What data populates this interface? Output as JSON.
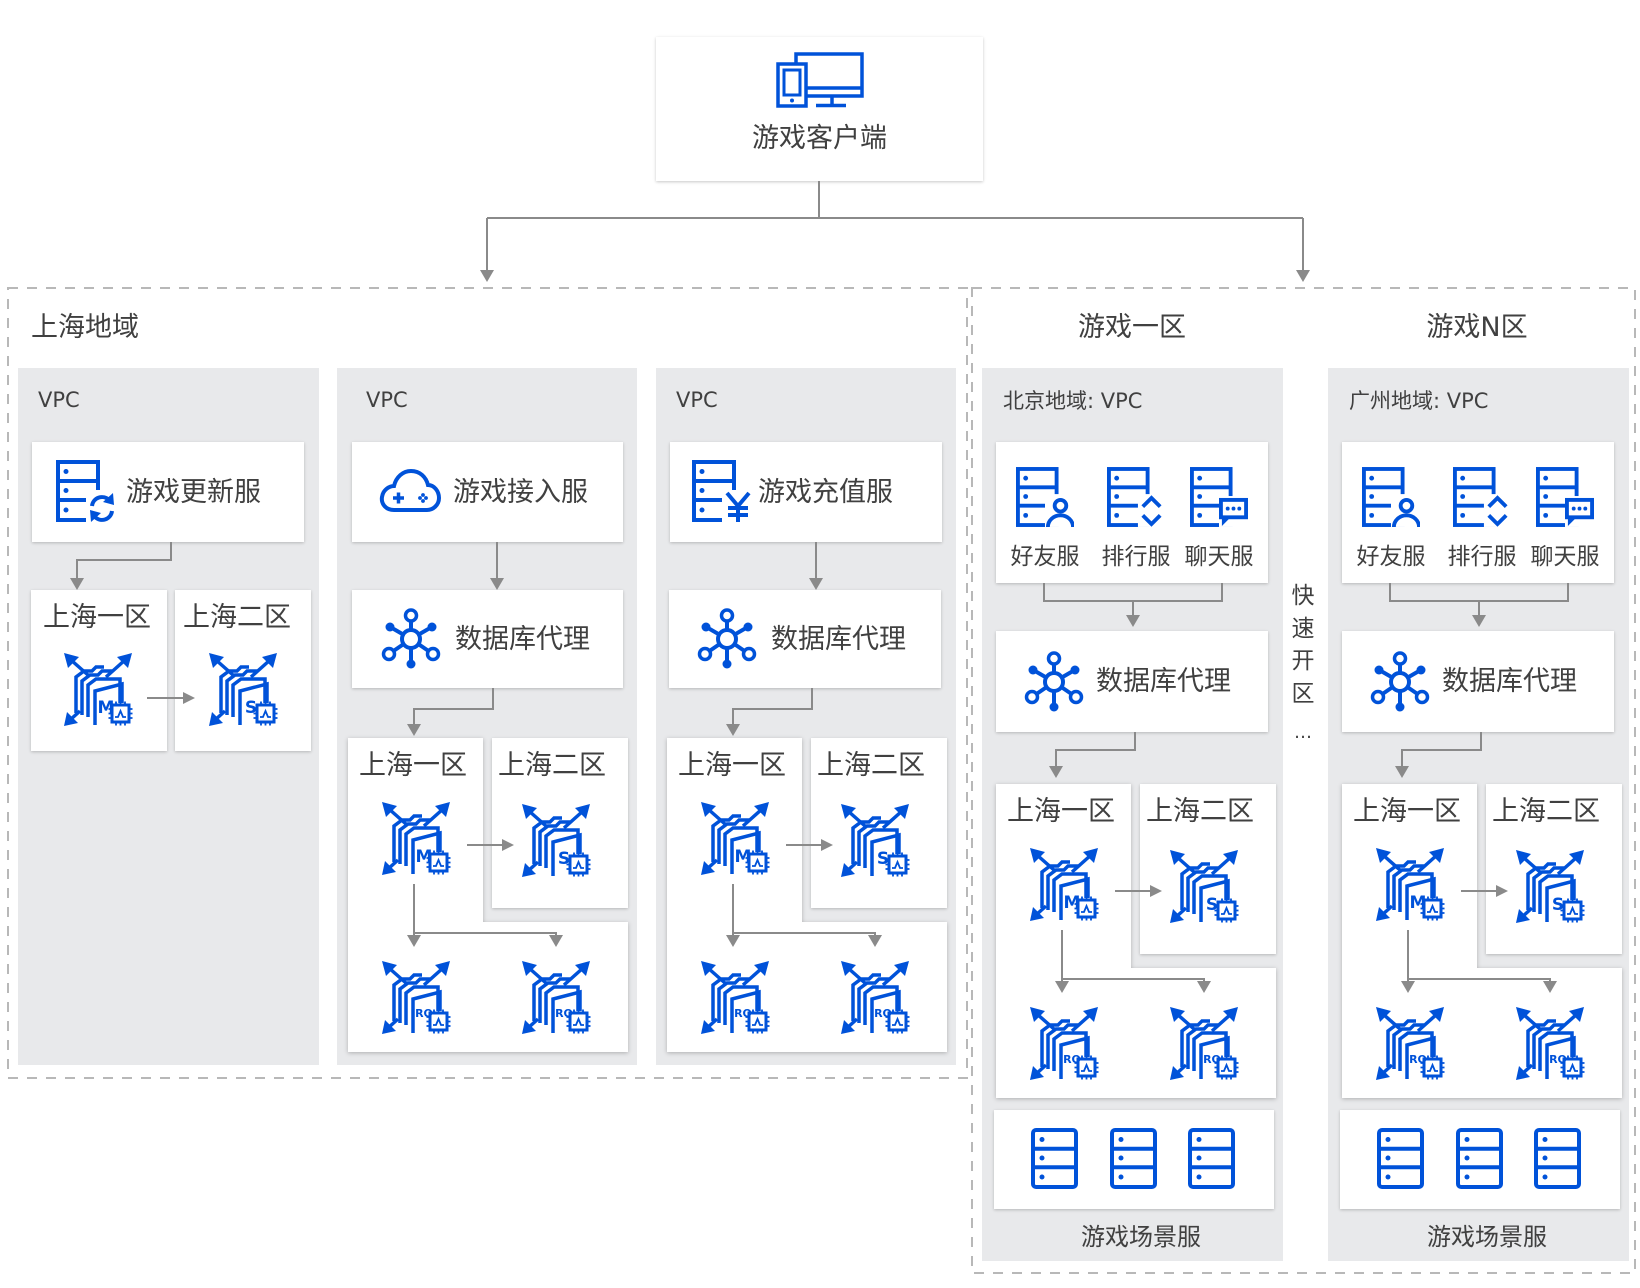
{
  "client": {
    "label": "游戏客户端",
    "icon": "client-devices-icon"
  },
  "shanghai": {
    "title": "上海地域",
    "vpcs": [
      {
        "label": "VPC",
        "service": {
          "label": "游戏更新服",
          "icon": "update-server-icon"
        },
        "zones": [
          {
            "label": "上海一区",
            "role": "M"
          },
          {
            "label": "上海二区",
            "role": "S"
          }
        ]
      },
      {
        "label": "VPC",
        "service": {
          "label": "游戏接入服",
          "icon": "cloud-gamepad-icon"
        },
        "proxy": {
          "label": "数据库代理",
          "icon": "database-proxy-icon"
        },
        "zones": [
          {
            "label": "上海一区",
            "role": "M"
          },
          {
            "label": "上海二区",
            "role": "S"
          }
        ],
        "readonly": [
          {
            "role": "RO"
          },
          {
            "role": "RO"
          }
        ]
      },
      {
        "label": "VPC",
        "service": {
          "label": "游戏充值服",
          "icon": "payment-server-icon"
        },
        "proxy": {
          "label": "数据库代理",
          "icon": "database-proxy-icon"
        },
        "zones": [
          {
            "label": "上海一区",
            "role": "M"
          },
          {
            "label": "上海二区",
            "role": "S"
          }
        ],
        "readonly": [
          {
            "role": "RO"
          },
          {
            "role": "RO"
          }
        ]
      }
    ]
  },
  "game_zones": [
    {
      "title": "游戏一区",
      "vpc_label": "北京地域: VPC",
      "services": [
        {
          "label": "好友服",
          "icon": "friend-server-icon"
        },
        {
          "label": "排行服",
          "icon": "ranking-server-icon"
        },
        {
          "label": "聊天服",
          "icon": "chat-server-icon"
        }
      ],
      "proxy": {
        "label": "数据库代理",
        "icon": "database-proxy-icon"
      },
      "zones": [
        {
          "label": "上海一区",
          "role": "M"
        },
        {
          "label": "上海二区",
          "role": "S"
        }
      ],
      "readonly": [
        {
          "role": "RO"
        },
        {
          "role": "RO"
        }
      ],
      "scene": {
        "label": "游戏场景服",
        "server_count": 3,
        "icon": "server-rack-icon"
      }
    },
    {
      "title": "游戏N区",
      "vpc_label": "广州地域: VPC",
      "services": [
        {
          "label": "好友服",
          "icon": "friend-server-icon"
        },
        {
          "label": "排行服",
          "icon": "ranking-server-icon"
        },
        {
          "label": "聊天服",
          "icon": "chat-server-icon"
        }
      ],
      "proxy": {
        "label": "数据库代理",
        "icon": "database-proxy-icon"
      },
      "zones": [
        {
          "label": "上海一区",
          "role": "M"
        },
        {
          "label": "上海二区",
          "role": "S"
        }
      ],
      "readonly": [
        {
          "role": "RO"
        },
        {
          "role": "RO"
        }
      ],
      "scene": {
        "label": "游戏场景服",
        "server_count": 3,
        "icon": "server-rack-icon"
      }
    }
  ],
  "quick_open": {
    "chars": [
      "快",
      "速",
      "开",
      "区"
    ],
    "ellipsis": "…"
  },
  "colors": {
    "accent": "#0052D9",
    "panel": "#E8E9EB",
    "connector": "#8A8A8A",
    "dashed_border": "#B8B8B8",
    "text": "#404040"
  }
}
